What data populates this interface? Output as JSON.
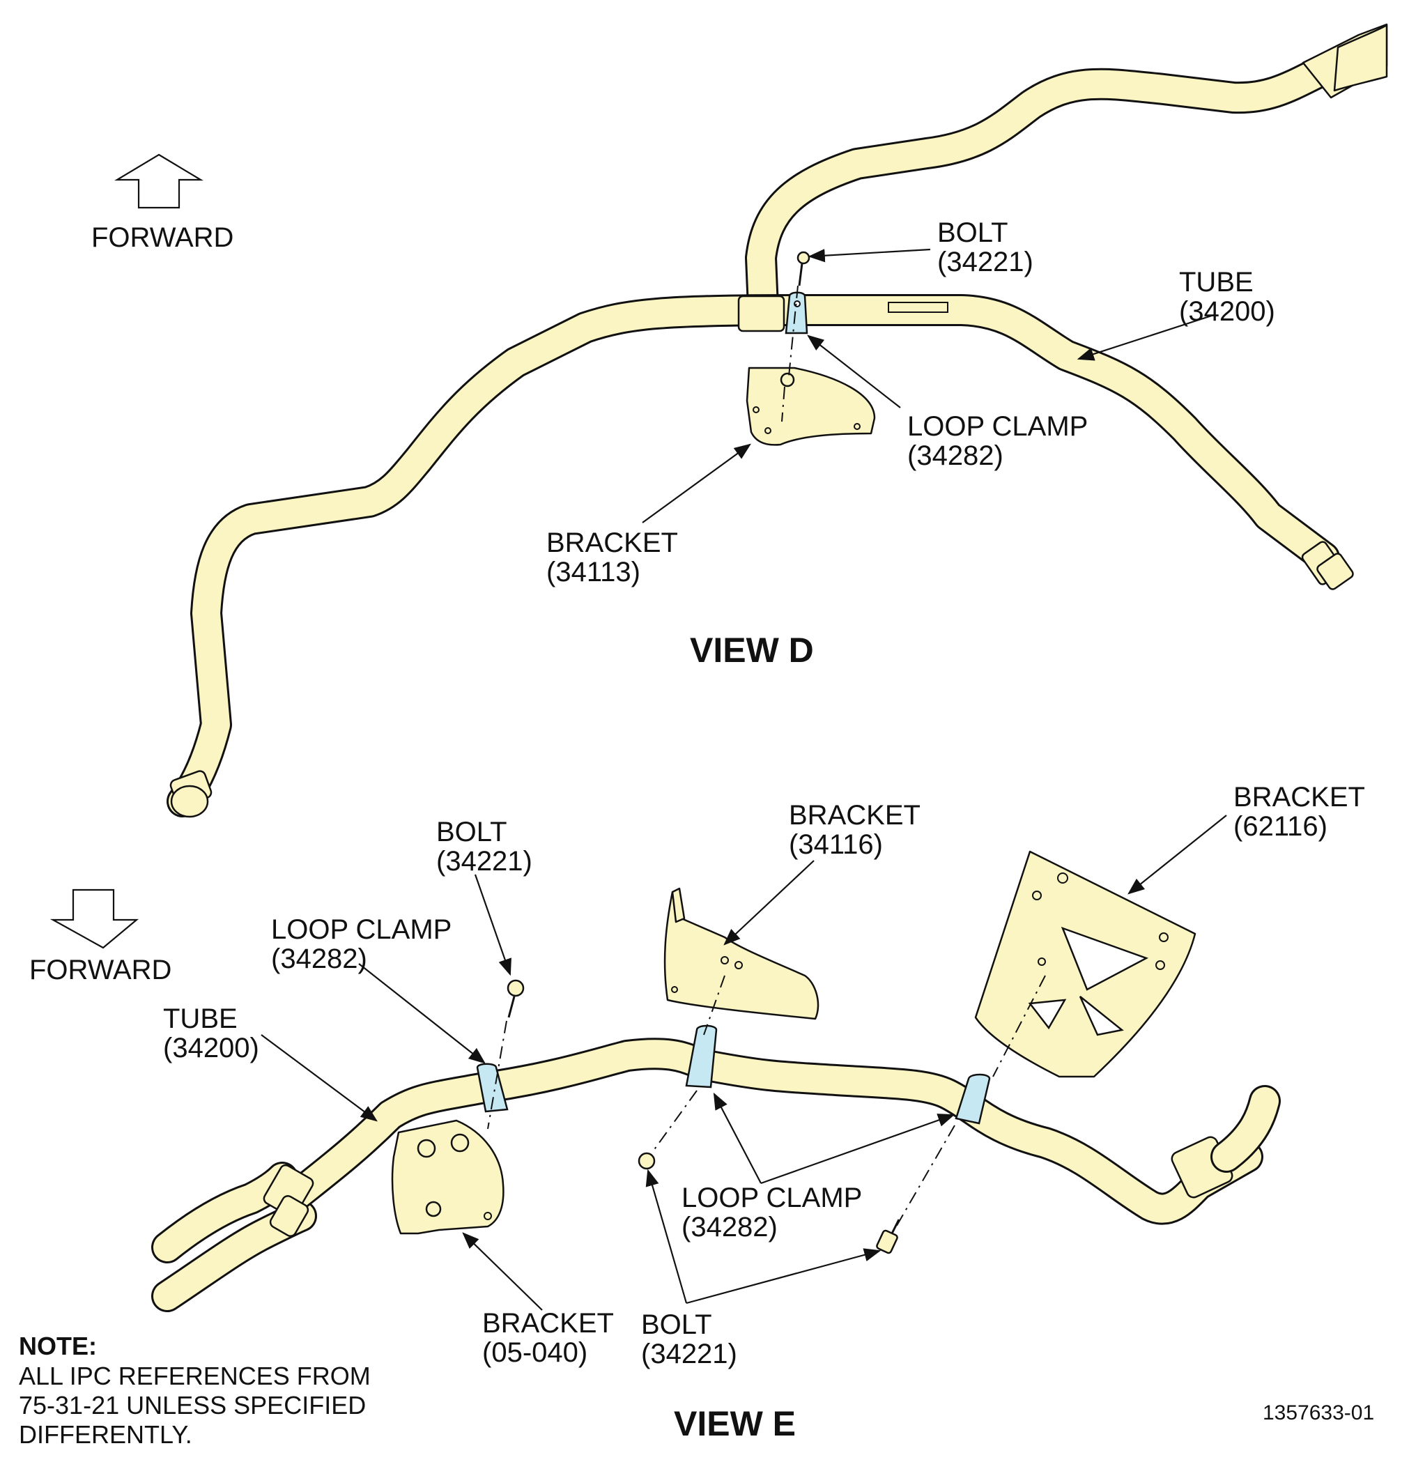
{
  "view_d": {
    "title": "VIEW D",
    "forward_label": "FORWARD",
    "callouts": {
      "bolt": {
        "name": "BOLT",
        "ref": "(34221)"
      },
      "tube": {
        "name": "TUBE",
        "ref": "(34200)"
      },
      "loop_clamp": {
        "name": "LOOP CLAMP",
        "ref": "(34282)"
      },
      "bracket": {
        "name": "BRACKET",
        "ref": "(34113)"
      }
    }
  },
  "view_e": {
    "title": "VIEW E",
    "forward_label": "FORWARD",
    "callouts": {
      "bolt_top": {
        "name": "BOLT",
        "ref": "(34221)"
      },
      "loop_clamp_left": {
        "name": "LOOP CLAMP",
        "ref": "(34282)"
      },
      "tube": {
        "name": "TUBE",
        "ref": "(34200)"
      },
      "bracket_34116": {
        "name": "BRACKET",
        "ref": "(34116)"
      },
      "bracket_62116": {
        "name": "BRACKET",
        "ref": "(62116)"
      },
      "loop_clamp_bottom": {
        "name": "LOOP CLAMP",
        "ref": "(34282)"
      },
      "bracket_05040": {
        "name": "BRACKET",
        "ref": "(05-040)"
      },
      "bolt_bottom": {
        "name": "BOLT",
        "ref": "(34221)"
      }
    }
  },
  "note": {
    "heading": "NOTE:",
    "lines": [
      "ALL IPC REFERENCES FROM",
      "75-31-21 UNLESS SPECIFIED",
      "DIFFERENTLY."
    ]
  },
  "figure_number": "1357633-01"
}
